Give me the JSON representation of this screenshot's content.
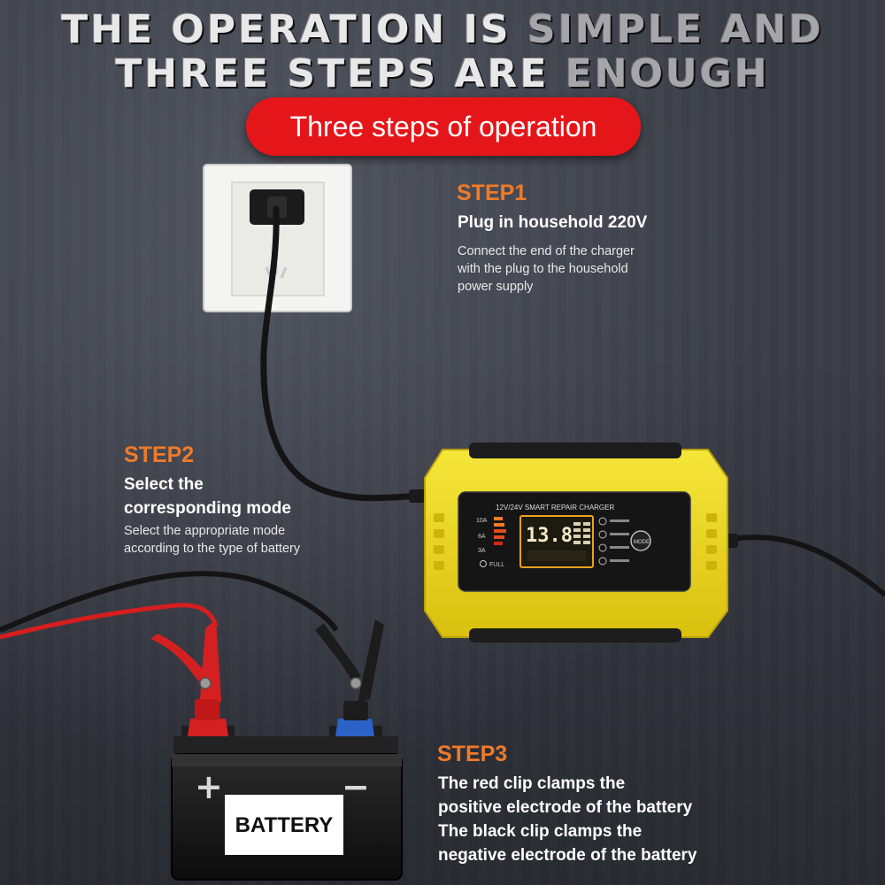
{
  "headline": {
    "line1_a": "THE OPERATION IS ",
    "line1_b": "SIMPLE AND",
    "line2_a": "THREE STEPS ARE ",
    "line2_b": "ENOUGH"
  },
  "banner": "Three steps of operation",
  "step1": {
    "title": "STEP1",
    "subtitle": "Plug in household 220V",
    "desc": [
      "Connect the end of the charger",
      "with the plug to the household",
      "power supply"
    ]
  },
  "step2": {
    "title": "STEP2",
    "subtitle": [
      "Select the",
      "corresponding mode"
    ],
    "desc": [
      "Select the appropriate mode",
      "according to the type of battery"
    ]
  },
  "step3": {
    "title": "STEP3",
    "lines": [
      "The red clip clamps the",
      "positive electrode of the battery",
      "The black clip clamps the",
      "negative electrode of the battery"
    ]
  },
  "charger": {
    "label": "12V/24V SMART REPAIR CHARGER",
    "display": "13.8",
    "amp_10": "10A",
    "amp_6": "6A",
    "amp_3": "3A",
    "full": "FULL",
    "mode": "MODE"
  },
  "battery": {
    "label": "BATTERY",
    "plus": "+",
    "minus": "−"
  },
  "colors": {
    "accent_red": "#e5161a",
    "step_orange": "#f07b28",
    "charger_yellow": "#f2dc1e"
  }
}
